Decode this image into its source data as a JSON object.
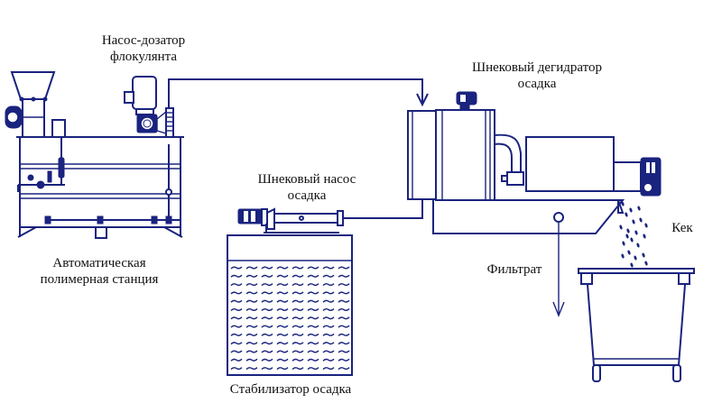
{
  "diagram": {
    "title": "Sludge dewatering process scheme",
    "labels": {
      "dosing_pump": [
        "Насос-дозатор",
        "флокулянта"
      ],
      "polymer_station": [
        "Автоматическая",
        "полимерная станция"
      ],
      "screw_pump": [
        "Шнековый насос",
        "осадка"
      ],
      "stabilizer": "Стабилизатор осадка",
      "dehydrator": [
        "Шнековый дегидратор",
        "осадка"
      ],
      "filtrate": "Фильтрат",
      "cake": "Кек"
    },
    "colors": {
      "line": "#1a237e",
      "text": "#111111",
      "background": "#ffffff"
    }
  }
}
